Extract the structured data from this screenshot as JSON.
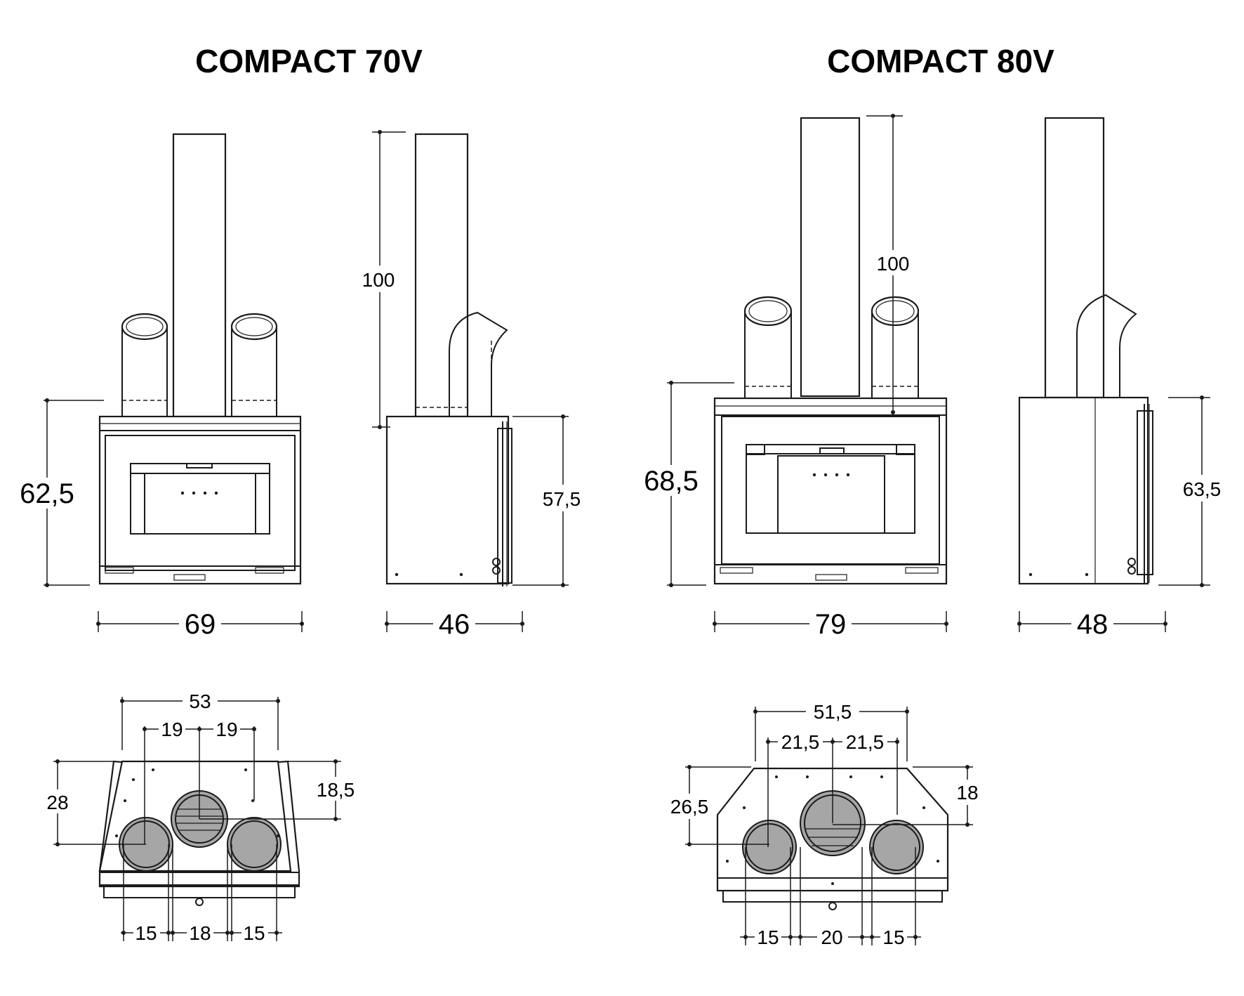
{
  "models": [
    {
      "title": "COMPACT 70V",
      "front": {
        "height": "62,5",
        "width": "69"
      },
      "side": {
        "flue_height": "100",
        "height": "57,5",
        "depth": "46"
      },
      "top": {
        "overall": "53",
        "offset_left": "19",
        "offset_right": "19",
        "depth_left": "28",
        "depth_right": "18,5",
        "spacing": [
          "15",
          "18",
          "15"
        ]
      }
    },
    {
      "title": "COMPACT 80V",
      "front": {
        "height": "68,5",
        "width": "79",
        "flue_height": "100"
      },
      "side": {
        "height": "63,5",
        "depth": "48"
      },
      "top": {
        "overall": "51,5",
        "offset_left": "21,5",
        "offset_right": "21,5",
        "depth_left": "26,5",
        "depth_right": "18",
        "spacing": [
          "15",
          "20",
          "15"
        ]
      }
    }
  ]
}
